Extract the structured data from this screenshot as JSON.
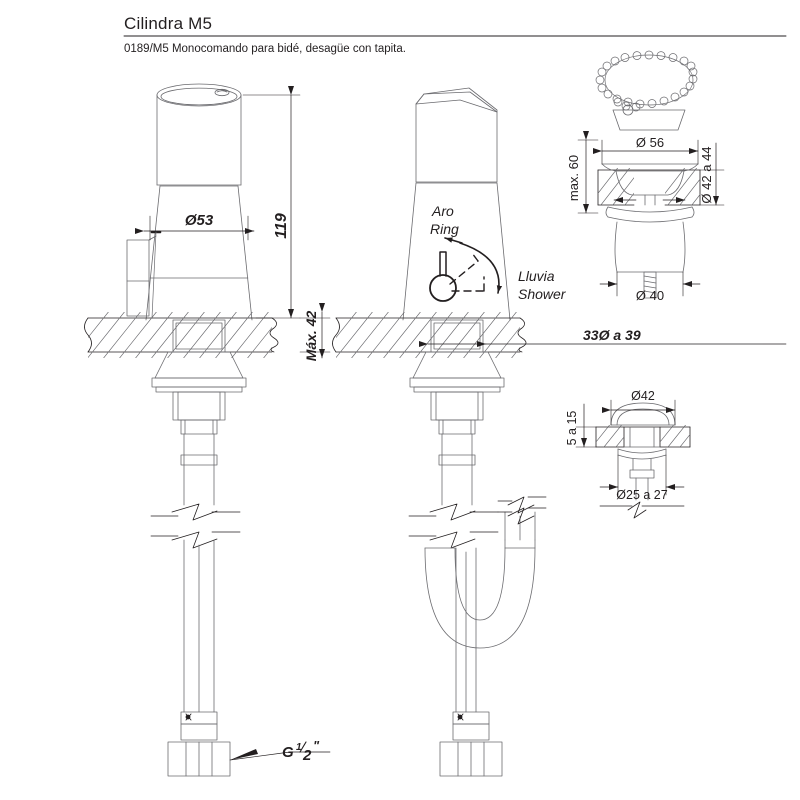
{
  "header": {
    "title": "Cilindra M5",
    "subtitle": "0189/M5 Monocomando para bidé, desagüe con tapita."
  },
  "annotations": {
    "height_119": "119",
    "diameter_53": "Ø53",
    "max_42": "Máx. 42",
    "hole_33_39": "33Ø a 39",
    "ring_es": "Aro",
    "ring_en": "Ring",
    "shower_es": "Lluvia",
    "shower_en": "Shower",
    "thread_g_half": "G",
    "thread_fraction_num": "1",
    "thread_fraction_den": "2",
    "thread_inch": "\"",
    "drain_d56": "Ø 56",
    "drain_d42_44": "Ø 42 a 44",
    "drain_max60": "max. 60",
    "drain_d40": "Ø 40",
    "plug_d42": "Ø42",
    "plug_5_15": "5 a 15",
    "plug_d25_27": "Ø25 a 27"
  },
  "colors": {
    "line": "#231f20",
    "thin": "#6b6b6f",
    "text": "#231f20",
    "background": "#ffffff"
  }
}
